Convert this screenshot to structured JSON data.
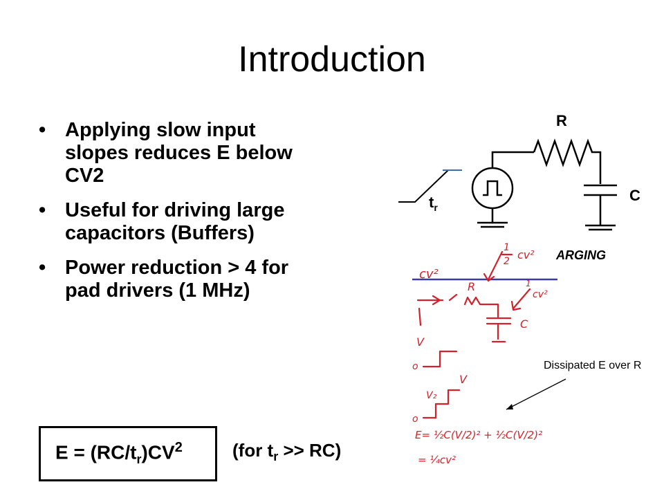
{
  "slide": {
    "title": "Introduction",
    "bullets": [
      {
        "marker": "•",
        "text": "Applying slow input slopes reduces E below CV2"
      },
      {
        "marker": "•",
        "text": "Useful for driving large capacitors (Buffers)"
      },
      {
        "marker": "•",
        "text": "Power reduction > 4 for pad drivers (1 MHz)"
      }
    ],
    "annotation": "Dissipated E over R"
  },
  "circuit": {
    "resistor_label": "R",
    "capacitor_label": "C",
    "rise_time_label": "t",
    "rise_time_sub": "r",
    "caption_fragment": "ARGING"
  },
  "formula": {
    "lhs": "E = (RC/t",
    "lhs_sub": "r",
    "rhs": ")CV",
    "rhs_sup": "2",
    "condition_prefix": "(for t",
    "condition_sub": "r",
    "condition_suffix": " >> RC)"
  },
  "handwriting": {
    "half": "1",
    "two": "2",
    "cv2": "cv²",
    "R": "R",
    "C": "C",
    "V": "V",
    "V2": "V₂",
    "zero": "o",
    "eq1": "E= ½C(V/2)² + ½C(V/2)²",
    "eq2": "= ¼cv²"
  },
  "colors": {
    "handwriting": "#d4202a",
    "blue_line": "#3a3aa8",
    "ink": "#000000"
  }
}
